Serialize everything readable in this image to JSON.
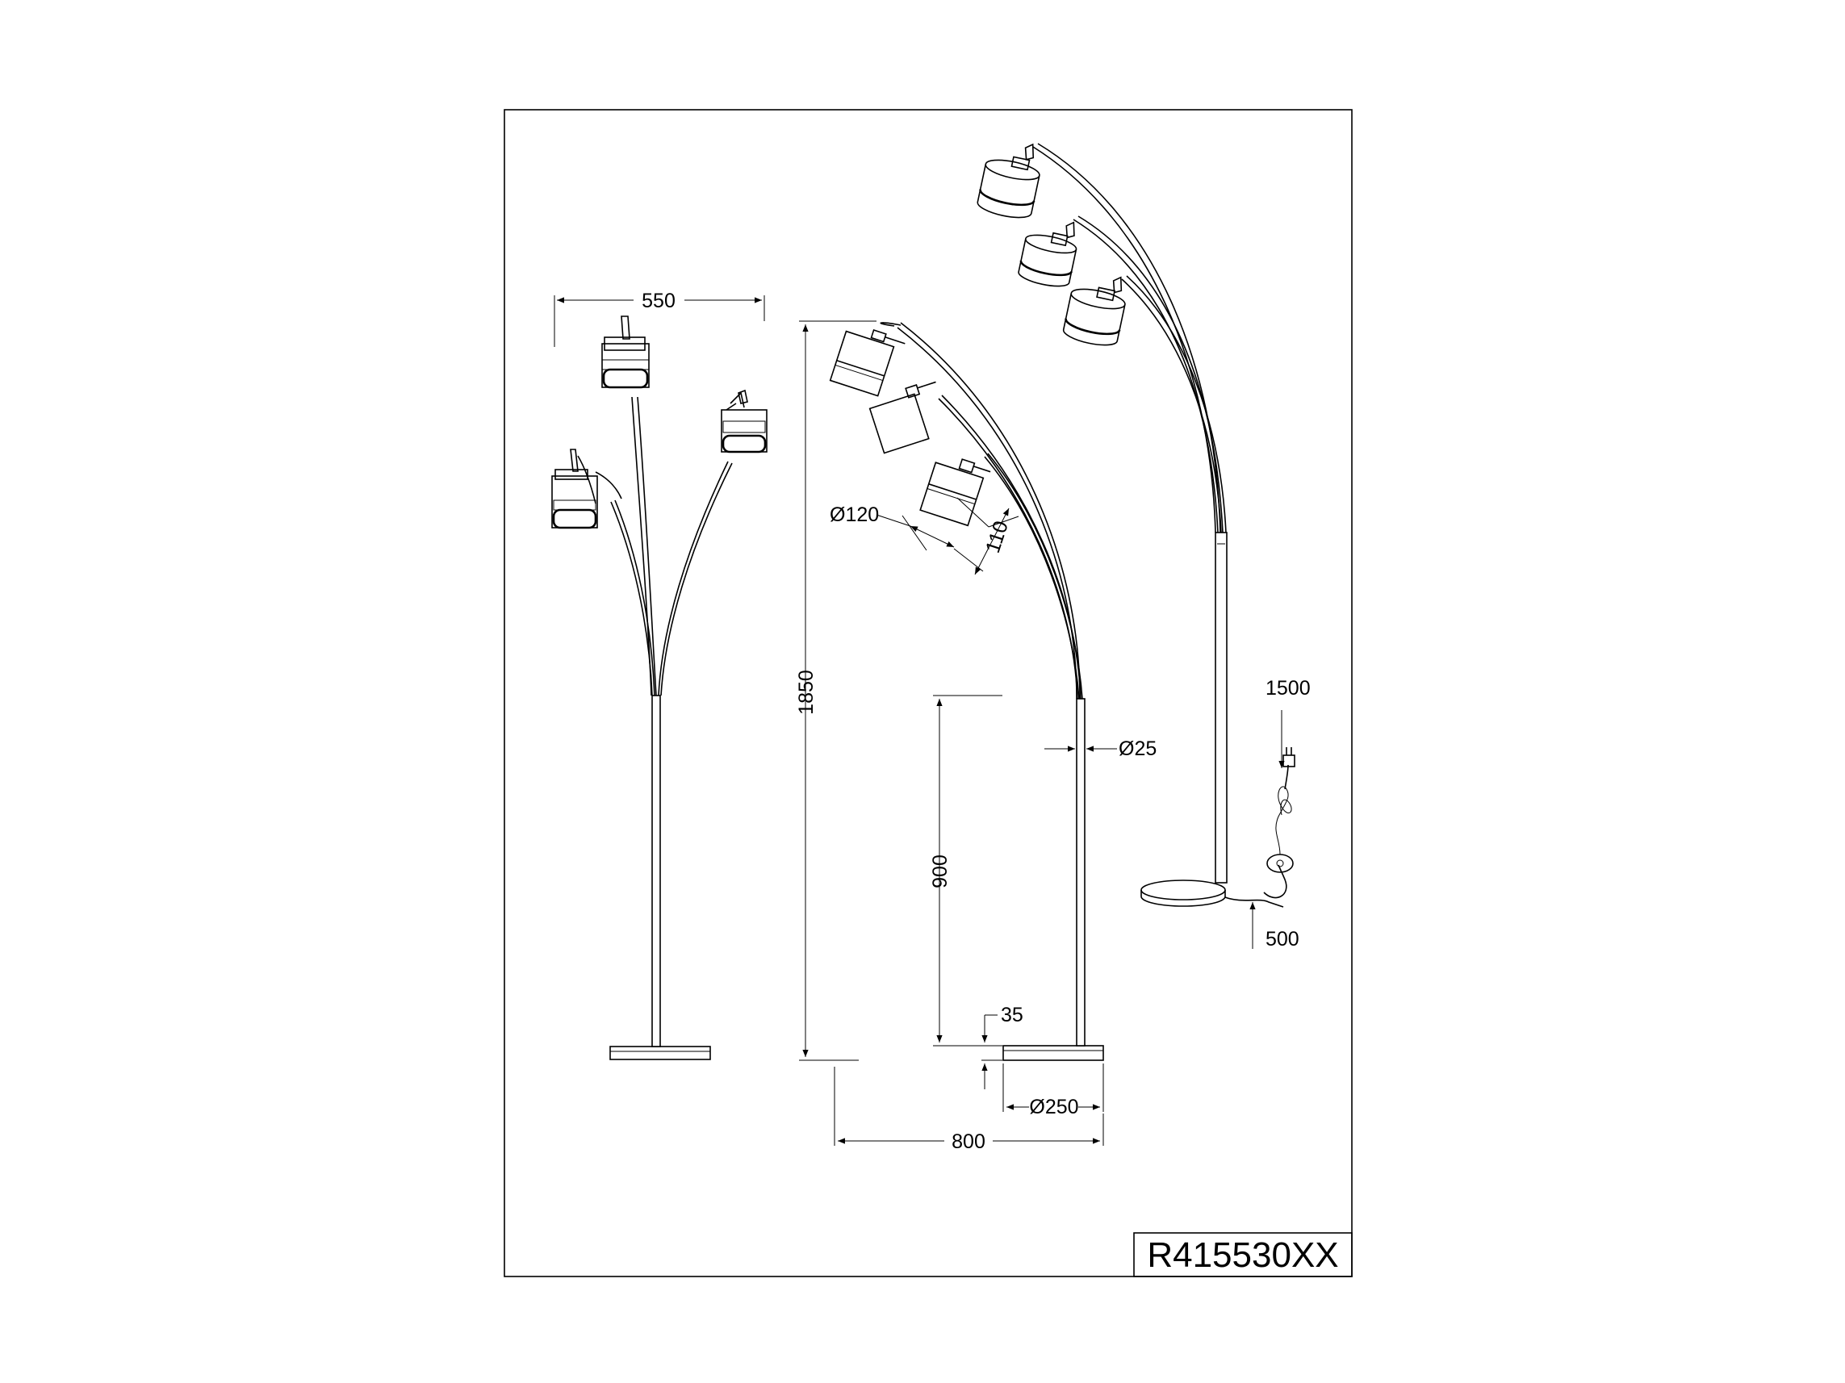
{
  "product_code": "R415530XX",
  "dimensions": {
    "width_front": "550",
    "height_total": "1850",
    "shade_diameter": "Ø120",
    "shade_height": "110",
    "pole_diameter": "Ø25",
    "arc_height": "900",
    "base_height": "35",
    "base_diameter": "Ø250",
    "reach": "800",
    "cable_length": "1500",
    "switch_distance": "500"
  }
}
